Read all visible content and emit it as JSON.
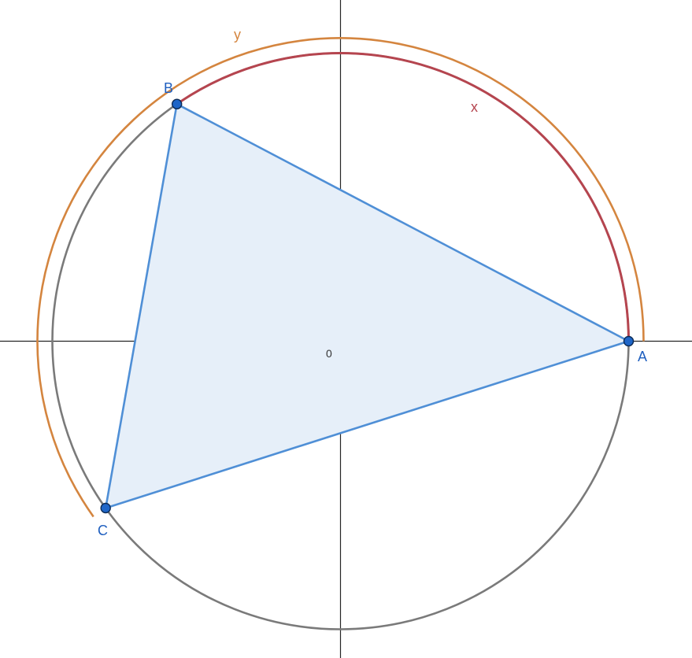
{
  "diagram": {
    "origin_label": "0",
    "points": [
      {
        "label": "A",
        "angle_deg": 0
      },
      {
        "label": "B",
        "angle_deg": 124.6
      },
      {
        "label": "C",
        "angle_deg": 215.4
      }
    ],
    "arcs": [
      {
        "label": "x",
        "from_deg": 0,
        "to_deg": 124.6
      },
      {
        "label": "y",
        "from_deg": 0,
        "to_deg": 215.4
      }
    ],
    "colors": {
      "axis": "#262626",
      "circle": "#7a7a7a",
      "triangle_stroke": "#4f8fd6",
      "triangle_fill": "#e6eff9",
      "point_fill": "#1f66c8",
      "point_stroke": "#0b2a55",
      "point_label": "#1f5fbf",
      "arc_x": "#b5454f",
      "arc_y": "#d4853f",
      "origin_label": "#333333"
    }
  }
}
